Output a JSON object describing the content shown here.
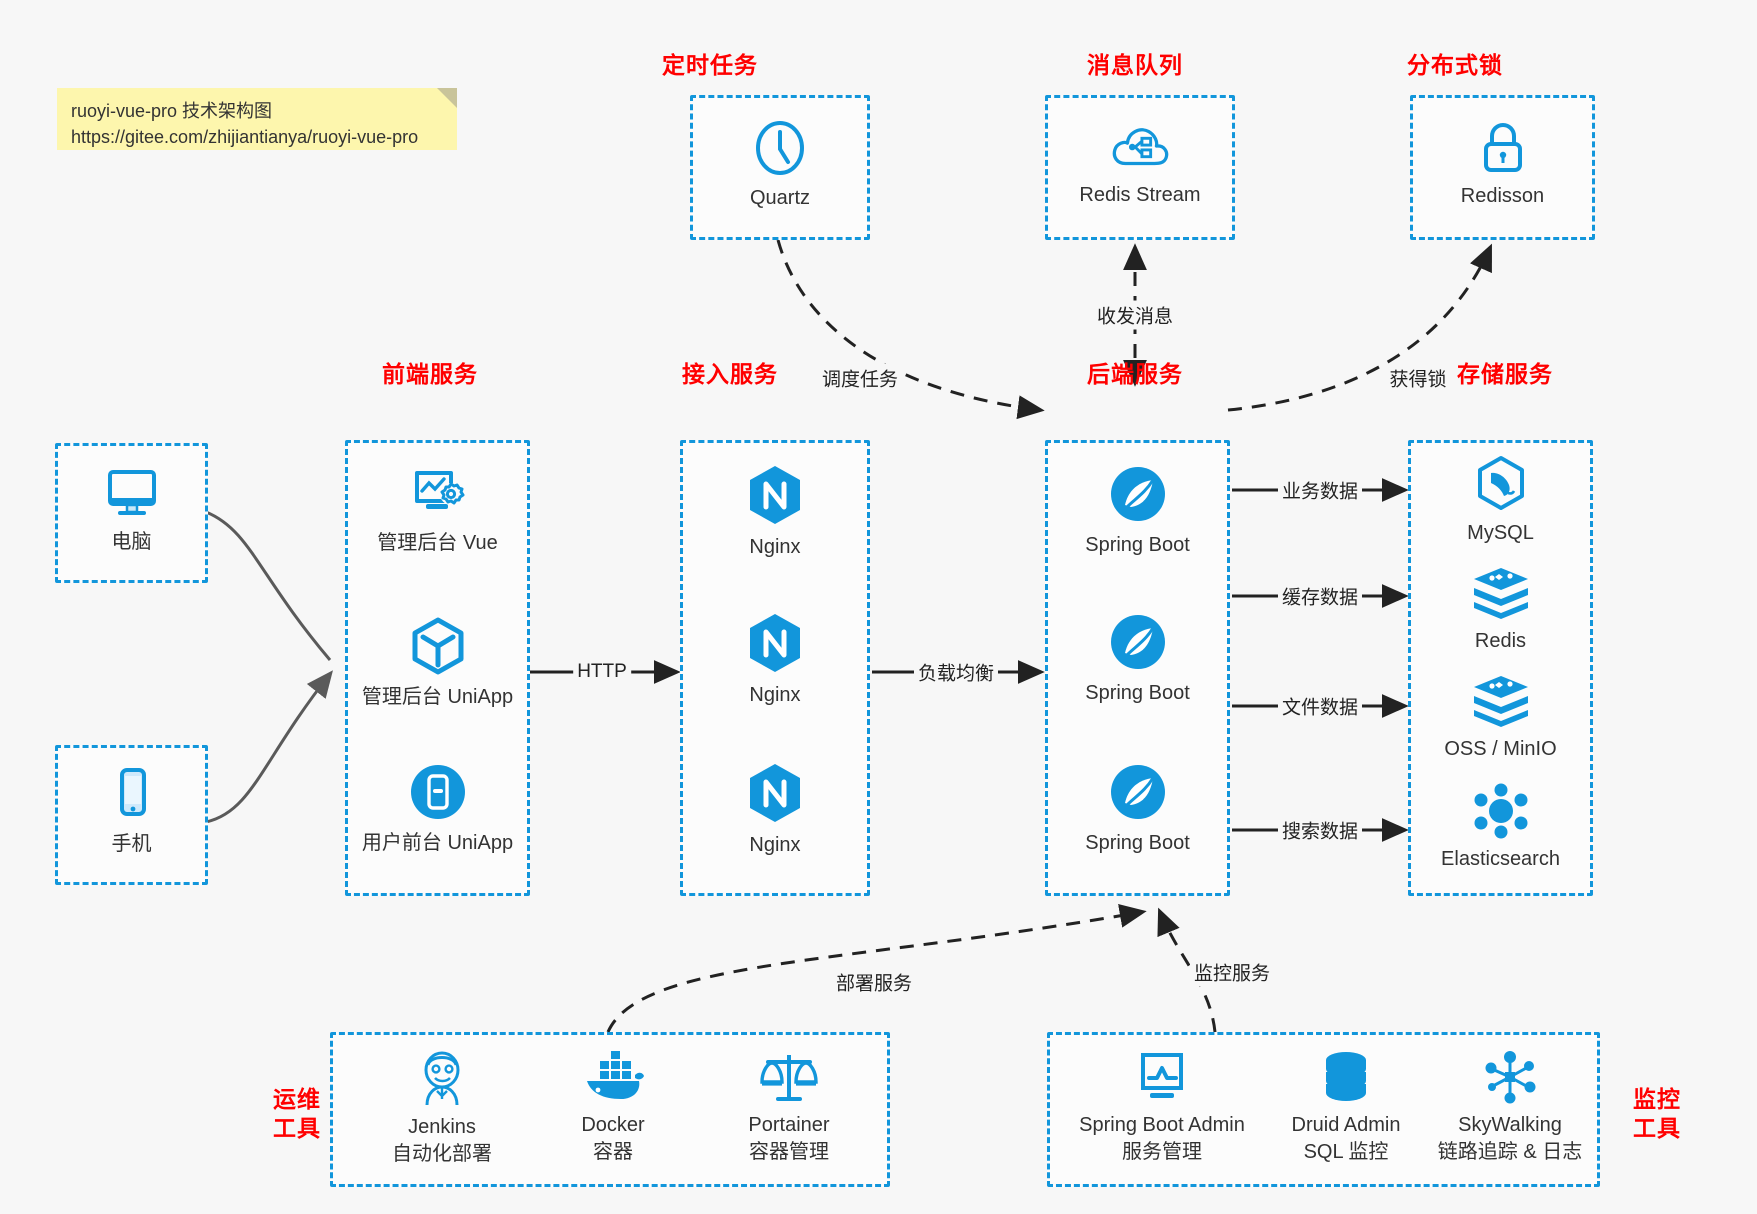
{
  "note": {
    "line1": "ruoyi-vue-pro 技术架构图",
    "line2": "https://gitee.com/zhijiantianya/ruoyi-vue-pro"
  },
  "colors": {
    "accent": "#1296db",
    "title": "#ff0000",
    "text": "#333333",
    "edge": "#222222",
    "curve": "#5a5a5a",
    "background": "#f7f7f7",
    "note": "#fdf6ad"
  },
  "groups": {
    "scheduled_task": {
      "title": "定时任务",
      "nodes": [
        {
          "label": "Quartz",
          "icon": "clock-icon"
        }
      ]
    },
    "message_queue": {
      "title": "消息队列",
      "nodes": [
        {
          "label": "Redis Stream",
          "icon": "cloud-stream-icon"
        }
      ]
    },
    "distributed_lock": {
      "title": "分布式锁",
      "nodes": [
        {
          "label": "Redisson",
          "icon": "lock-icon"
        }
      ]
    },
    "clients": {
      "nodes": [
        {
          "label": "电脑",
          "icon": "desktop-monitor-icon"
        },
        {
          "label": "手机",
          "icon": "mobile-phone-icon"
        }
      ]
    },
    "frontend": {
      "title": "前端服务",
      "nodes": [
        {
          "label": "管理后台 Vue",
          "icon": "dashboard-gear-icon"
        },
        {
          "label": "管理后台 UniApp",
          "icon": "cube-icon"
        },
        {
          "label": "用户前台 UniApp",
          "icon": "mobile-app-icon"
        }
      ]
    },
    "gateway": {
      "title": "接入服务",
      "nodes": [
        {
          "label": "Nginx",
          "icon": "nginx-icon"
        },
        {
          "label": "Nginx",
          "icon": "nginx-icon"
        },
        {
          "label": "Nginx",
          "icon": "nginx-icon"
        }
      ]
    },
    "backend": {
      "title": "后端服务",
      "nodes": [
        {
          "label": "Spring Boot",
          "icon": "spring-leaf-icon"
        },
        {
          "label": "Spring Boot",
          "icon": "spring-leaf-icon"
        },
        {
          "label": "Spring Boot",
          "icon": "spring-leaf-icon"
        }
      ]
    },
    "storage": {
      "title": "存储服务",
      "nodes": [
        {
          "label": "MySQL",
          "icon": "mysql-dolphin-icon"
        },
        {
          "label": "Redis",
          "icon": "redis-stack-icon"
        },
        {
          "label": "OSS / MinIO",
          "icon": "redis-stack-icon"
        },
        {
          "label": "Elasticsearch",
          "icon": "elasticsearch-icon"
        }
      ]
    },
    "ops_tools": {
      "title_line1": "运维",
      "title_line2": "工具",
      "nodes": [
        {
          "label": "Jenkins",
          "sublabel": "自动化部署",
          "icon": "jenkins-butler-icon"
        },
        {
          "label": "Docker",
          "sublabel": "容器",
          "icon": "docker-whale-icon"
        },
        {
          "label": "Portainer",
          "sublabel": "容器管理",
          "icon": "scales-balance-icon"
        }
      ]
    },
    "monitor_tools": {
      "title_line1": "监控",
      "title_line2": "工具",
      "nodes": [
        {
          "label": "Spring Boot Admin",
          "sublabel": "服务管理",
          "icon": "monitor-chart-icon"
        },
        {
          "label": "Druid Admin",
          "sublabel": "SQL 监控",
          "icon": "database-cylinder-icon"
        },
        {
          "label": "SkyWalking",
          "sublabel": "链路追踪 & 日志",
          "icon": "network-nodes-icon"
        }
      ]
    }
  },
  "edges": [
    {
      "name": "frontend-to-gateway",
      "label": "HTTP"
    },
    {
      "name": "gateway-to-backend",
      "label": "负载均衡"
    },
    {
      "name": "quartz-to-backend",
      "label": "调度任务"
    },
    {
      "name": "backend-to-mq",
      "label": "收发消息"
    },
    {
      "name": "backend-to-lock",
      "label": "获得锁"
    },
    {
      "name": "backend-to-mysql",
      "label": "业务数据"
    },
    {
      "name": "backend-to-redis",
      "label": "缓存数据"
    },
    {
      "name": "backend-to-oss",
      "label": "文件数据"
    },
    {
      "name": "backend-to-es",
      "label": "搜索数据"
    },
    {
      "name": "ops-to-backend",
      "label": "部署服务"
    },
    {
      "name": "monitor-to-backend",
      "label": "监控服务"
    }
  ]
}
